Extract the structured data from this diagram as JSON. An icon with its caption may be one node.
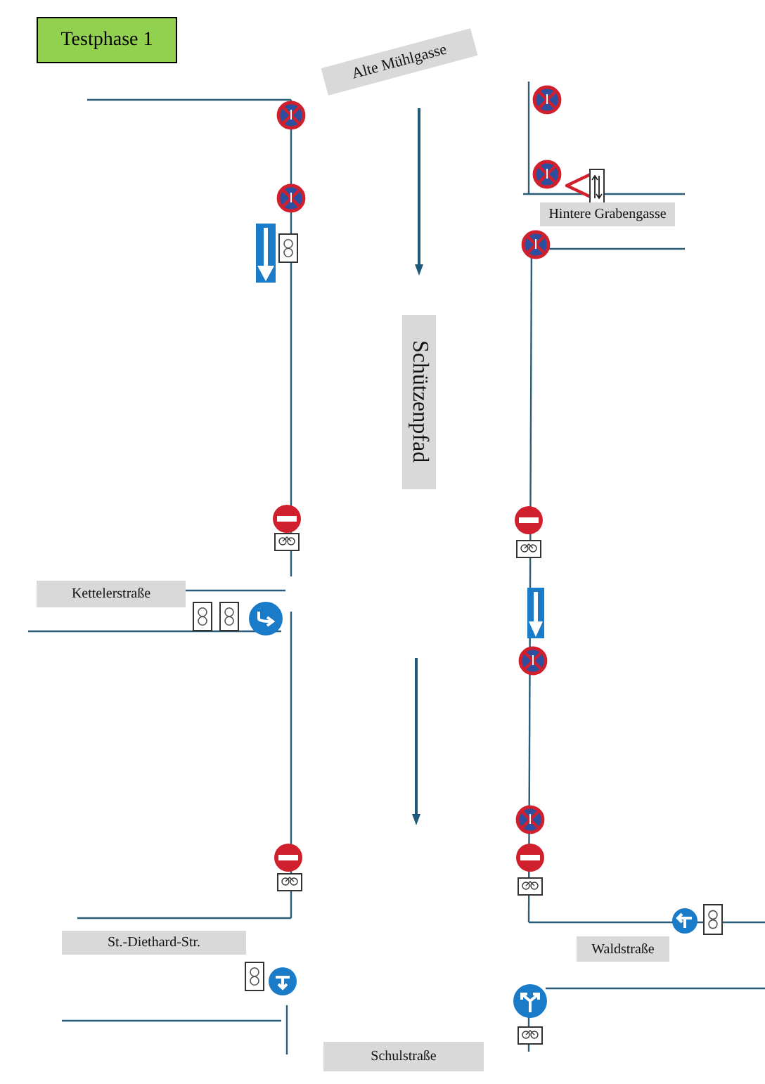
{
  "diagram": {
    "title": "Testphase 1",
    "labels": [
      "Alte Mühlgasse",
      "Hintere Grabengasse",
      "Schützenpfad",
      "Kettelerstraße",
      "St.-Diethard-Str.",
      "Waldstraße",
      "Schulstraße"
    ]
  }
}
